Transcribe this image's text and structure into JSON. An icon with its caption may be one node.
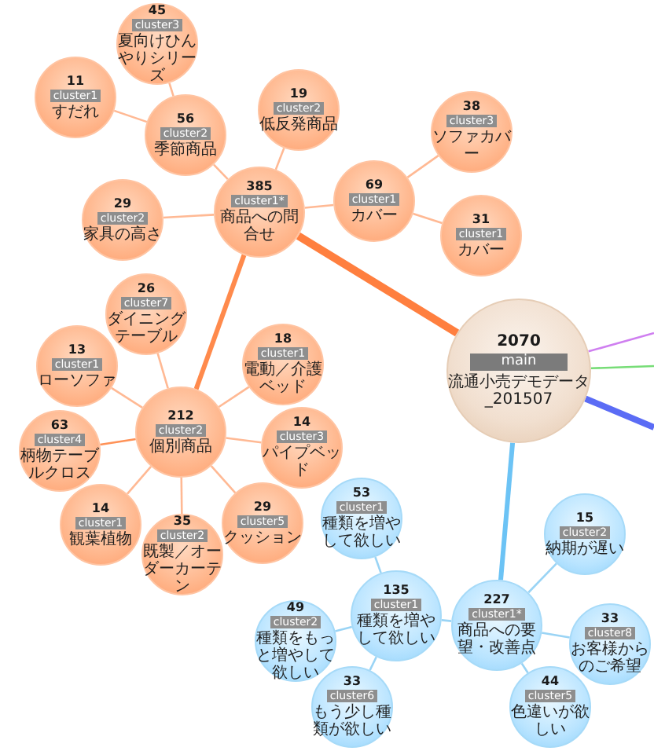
{
  "diagram": {
    "nodes": [
      {
        "text": [
          "2070",
          "main",
          "流通小売デモデータ_201507"
        ]
      },
      {
        "text": [
          "385",
          "cluster1*",
          "商品への問合せ"
        ]
      },
      {
        "text": [
          "56",
          "cluster2",
          "季節商品"
        ]
      },
      {
        "text": [
          "45",
          "cluster3",
          "夏向けひんやりシリーズ"
        ]
      },
      {
        "text": [
          "11",
          "cluster1",
          "すだれ"
        ]
      },
      {
        "text": [
          "19",
          "cluster2",
          "低反発商品"
        ]
      },
      {
        "text": [
          "29",
          "cluster2",
          "家具の高さ"
        ]
      },
      {
        "text": [
          "69",
          "cluster1",
          "カバー"
        ]
      },
      {
        "text": [
          "38",
          "cluster3",
          "ソファカバー"
        ]
      },
      {
        "text": [
          "31",
          "cluster1",
          "カバー"
        ]
      },
      {
        "text": [
          "212",
          "cluster2",
          "個別商品"
        ]
      },
      {
        "text": [
          "26",
          "cluster7",
          "ダイニングテーブル"
        ]
      },
      {
        "text": [
          "18",
          "cluster1",
          "電動／介護ベッド"
        ]
      },
      {
        "text": [
          "13",
          "cluster1",
          "ローソファ"
        ]
      },
      {
        "text": [
          "14",
          "cluster3",
          "パイプベッド"
        ]
      },
      {
        "text": [
          "63",
          "cluster4",
          "柄物テーブルクロス"
        ]
      },
      {
        "text": [
          "29",
          "cluster5",
          "クッション"
        ]
      },
      {
        "text": [
          "14",
          "cluster1",
          "観葉植物"
        ]
      },
      {
        "text": [
          "35",
          "cluster2",
          "既製／オーダーカーテン"
        ]
      },
      {
        "text": [
          "227",
          "cluster1*",
          "商品への要望・改善点"
        ]
      },
      {
        "text": [
          "135",
          "cluster1",
          "種類を増やして欲しい"
        ]
      },
      {
        "text": [
          "53",
          "cluster1",
          "種類を増やして欲しい"
        ]
      },
      {
        "text": [
          "49",
          "cluster2",
          "種類をもっと増やして欲しい"
        ]
      },
      {
        "text": [
          "33",
          "cluster6",
          "もう少し種類が欲しい"
        ]
      },
      {
        "text": [
          "15",
          "cluster2",
          "納期が遅い"
        ]
      },
      {
        "text": [
          "33",
          "cluster8",
          "お客様からのご希望"
        ]
      },
      {
        "text": [
          "44",
          "cluster5",
          "色違いが欲しい"
        ]
      }
    ],
    "edges": [
      {
        "from": 0,
        "to": 1,
        "arrow": "none",
        "style": "thick",
        "color": "#ff7f3f"
      },
      {
        "from": 0,
        "to": 19,
        "arrow": "none",
        "style": "thick",
        "color": "#6cc3f5"
      },
      {
        "from": 0,
        "to": null,
        "arrow": "none",
        "color": "#cf7ff0"
      },
      {
        "from": 0,
        "to": null,
        "arrow": "none",
        "color": "#77dd77"
      },
      {
        "from": 0,
        "to": null,
        "arrow": "none",
        "style": "thick",
        "color": "#5b6cf5"
      },
      {
        "from": 1,
        "to": 2,
        "arrow": "none"
      },
      {
        "from": 2,
        "to": 3,
        "arrow": "none"
      },
      {
        "from": 2,
        "to": 4,
        "arrow": "none"
      },
      {
        "from": 1,
        "to": 5,
        "arrow": "none"
      },
      {
        "from": 1,
        "to": 6,
        "arrow": "none"
      },
      {
        "from": 1,
        "to": 7,
        "arrow": "none"
      },
      {
        "from": 7,
        "to": 8,
        "arrow": "none"
      },
      {
        "from": 7,
        "to": 9,
        "arrow": "none"
      },
      {
        "from": 1,
        "to": 10,
        "arrow": "none",
        "style": "thick",
        "color": "#ff8a4c"
      },
      {
        "from": 10,
        "to": 11,
        "arrow": "none"
      },
      {
        "from": 10,
        "to": 12,
        "arrow": "none"
      },
      {
        "from": 10,
        "to": 13,
        "arrow": "none"
      },
      {
        "from": 10,
        "to": 14,
        "arrow": "none"
      },
      {
        "from": 10,
        "to": 15,
        "arrow": "none",
        "color": "#ff9257"
      },
      {
        "from": 10,
        "to": 16,
        "arrow": "none"
      },
      {
        "from": 10,
        "to": 17,
        "arrow": "none"
      },
      {
        "from": 10,
        "to": 18,
        "arrow": "none"
      },
      {
        "from": 19,
        "to": 24,
        "arrow": "none",
        "color": "#9ad4f5"
      },
      {
        "from": 19,
        "to": 25,
        "arrow": "none",
        "color": "#9ad4f5"
      },
      {
        "from": 19,
        "to": 26,
        "arrow": "none",
        "color": "#9ad4f5"
      },
      {
        "from": 19,
        "to": 20,
        "arrow": "none",
        "color": "#9ad4f5"
      },
      {
        "from": 20,
        "to": 21,
        "arrow": "none",
        "color": "#9ad4f5"
      },
      {
        "from": 20,
        "to": 22,
        "arrow": "none",
        "color": "#9ad4f5"
      },
      {
        "from": 20,
        "to": 23,
        "arrow": "none",
        "color": "#9ad4f5"
      }
    ]
  }
}
